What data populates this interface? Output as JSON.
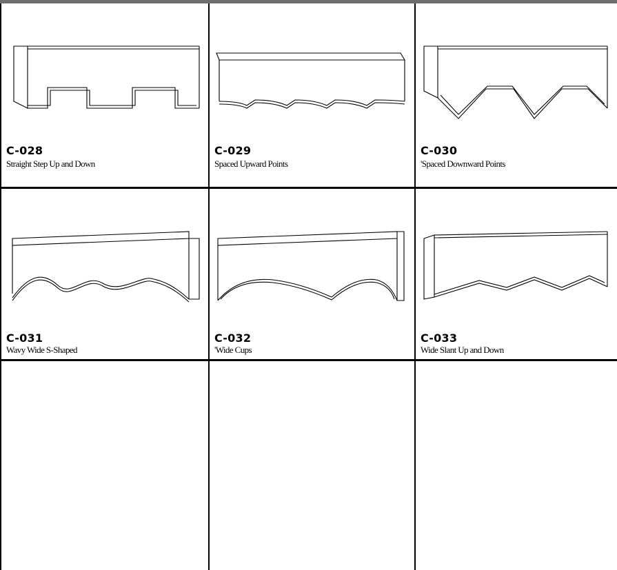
{
  "catalog": {
    "items": [
      {
        "code": "C-028",
        "description": "Straight Step Up and Down",
        "shape_icon": "step-valance-icon"
      },
      {
        "code": "C-029",
        "description": "Spaced Upward Points",
        "shape_icon": "upward-points-valance-icon"
      },
      {
        "code": "C-030",
        "description": "'Spaced Downward Points",
        "shape_icon": "downward-points-valance-icon"
      },
      {
        "code": "C-031",
        "description": "Wavy Wide S-Shaped",
        "shape_icon": "wavy-s-valance-icon"
      },
      {
        "code": "C-032",
        "description": "'Wide Cups",
        "shape_icon": "wide-cups-valance-icon"
      },
      {
        "code": "C-033",
        "description": "Wide Slant Up and Down",
        "shape_icon": "slant-valance-icon"
      }
    ]
  },
  "colors": {
    "rule": "#000000",
    "top_bar": "#6e6e6e",
    "background": "#ffffff"
  }
}
